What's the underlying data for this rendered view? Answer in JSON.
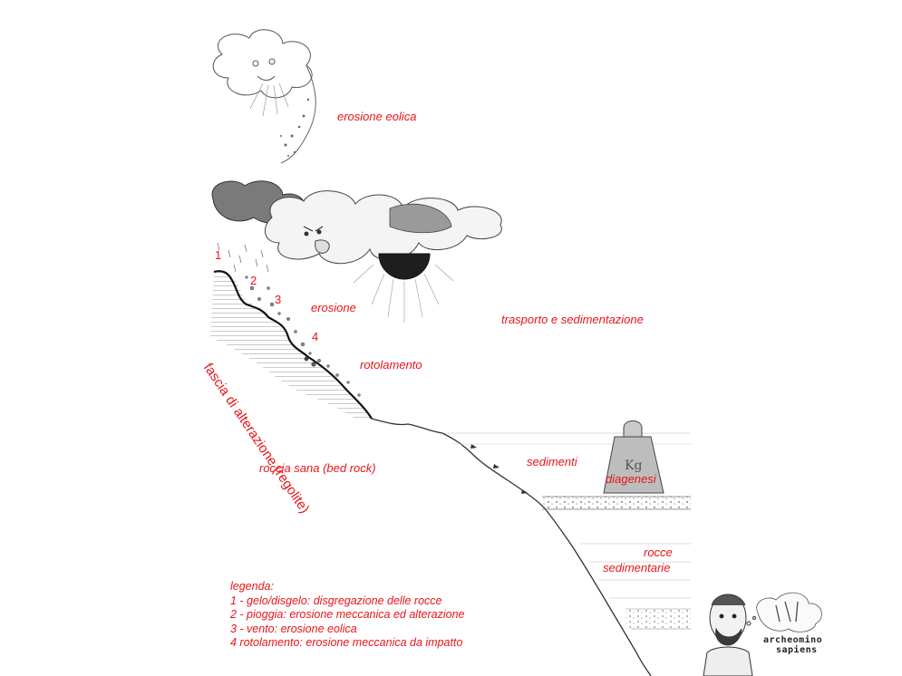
{
  "labels": {
    "wind_erosion": "erosione eolica",
    "erosion": "erosione",
    "transport": "trasporto e sedimentazione",
    "rolling": "rotolamento",
    "regolith": "fascia di alterazione (regolite)",
    "bedrock": "roccia sana (bed rock)",
    "sediments": "sedimenti",
    "diagenesis": "diagenesi",
    "sedimentary_rocks_line1": "rocce",
    "sedimentary_rocks_line2": "sedimentarie"
  },
  "numbers": [
    "1",
    "2",
    "3",
    "4"
  ],
  "weight_letters": "Kg",
  "legend": {
    "title": "legenda:",
    "items": [
      "1 - gelo/disgelo: disgregazione delle rocce",
      "2 - pioggia: erosione meccanica ed alterazione",
      "3 - vento: erosione eolica",
      "4 rotolamento: erosione meccanica da impatto"
    ]
  },
  "credit": {
    "line1": "archeomino",
    "line2": "sapiens"
  },
  "colors": {
    "label": "#e8141b",
    "pencil": "#3a3a3a",
    "shade": "#6e6e6e"
  }
}
